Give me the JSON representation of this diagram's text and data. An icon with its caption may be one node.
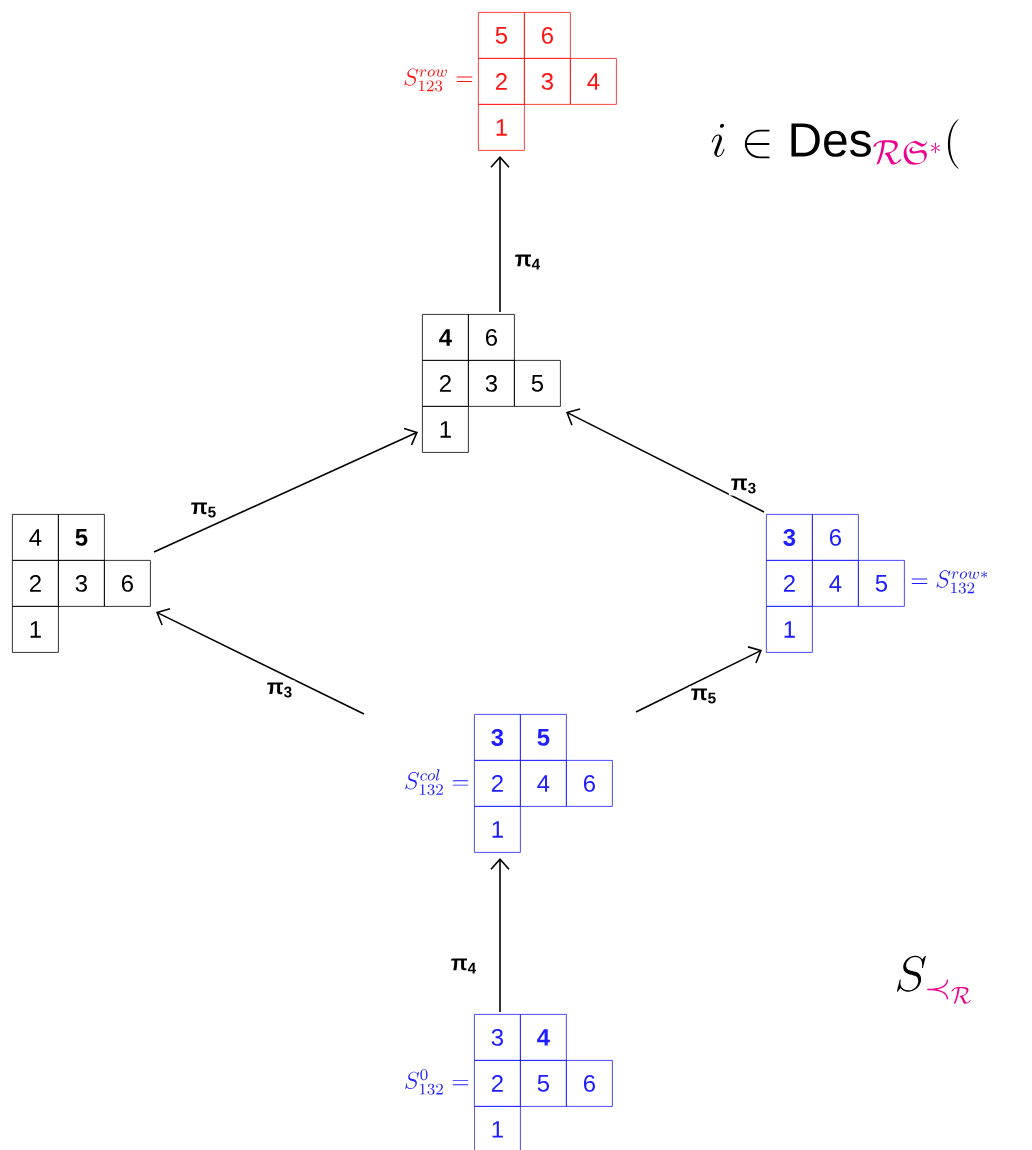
{
  "diagram": {
    "nodes": [
      {
        "text": [
          "5",
          "6",
          "2",
          "3",
          "4",
          "1"
        ],
        "beside": [
          "S^{row}_{123} ="
        ]
      },
      {
        "text": [
          "**4**",
          "6",
          "2",
          "3",
          "5",
          "1"
        ]
      },
      {
        "text": [
          "4",
          "**5**",
          "2",
          "3",
          "6",
          "1"
        ]
      },
      {
        "text": [
          "**3**",
          "6",
          "2",
          "4",
          "5",
          "1"
        ],
        "beside": [
          "= S^{row*}_{132}"
        ]
      },
      {
        "text": [
          "**3**",
          "**5**",
          "2",
          "4",
          "6",
          "1"
        ],
        "beside": [
          "S^{col}_{132} ="
        ]
      },
      {
        "text": [
          "3",
          "**4**",
          "2",
          "5",
          "6",
          "1"
        ],
        "beside": [
          "S^{0}_{132} ="
        ]
      }
    ],
    "edges": [
      {
        "from": 1,
        "to": 0,
        "arrow": "to",
        "label": "π$_{4}$"
      },
      {
        "from": 2,
        "to": 1,
        "arrow": "to",
        "label": "π$_{5}$"
      },
      {
        "from": 3,
        "to": 1,
        "arrow": "to",
        "label": "π$_{3}$"
      },
      {
        "from": 4,
        "to": 2,
        "arrow": "to",
        "label": "π$_{3}$"
      },
      {
        "from": 4,
        "to": 3,
        "arrow": "to",
        "label": "π$_{5}$"
      },
      {
        "from": 5,
        "to": 4,
        "arrow": "to",
        "label": "π$_{4}$"
      }
    ],
    "labels": [
      "i \\in \\mathrm{Des}_{\\textcolor{magenta}{\\mathcal{R}\\mathfrak{S}^*}}(",
      "S_{\\textcolor{magenta}{\\prec_{\\mathcal{R}}}}"
    ]
  }
}
